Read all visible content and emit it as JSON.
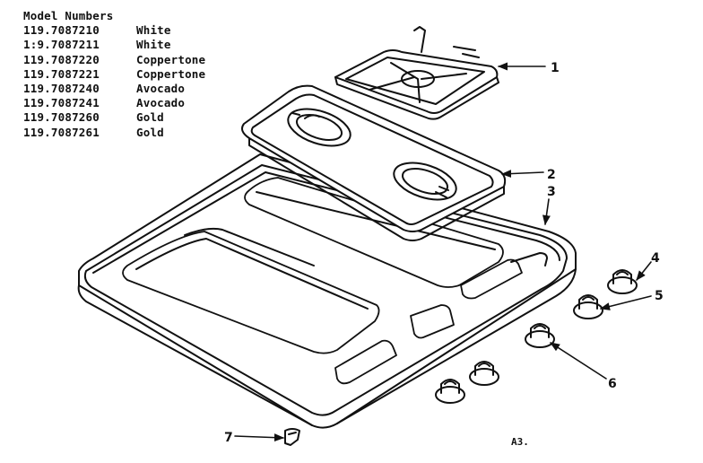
{
  "models": {
    "heading": "Model Numbers",
    "rows": [
      {
        "number": "119.7087210",
        "color": "White"
      },
      {
        "number": "1:9.7087211",
        "color": "White"
      },
      {
        "number": "119.7087220",
        "color": "Coppertone"
      },
      {
        "number": "119.7087221",
        "color": "Coppertone"
      },
      {
        "number": "119.7087240",
        "color": "Avocado"
      },
      {
        "number": "119.7087241",
        "color": "Avocado"
      },
      {
        "number": "119.7087260",
        "color": "Gold"
      },
      {
        "number": "119.7087261",
        "color": "Gold"
      }
    ]
  },
  "callouts": {
    "c1": "1",
    "c2": "2",
    "c3": "3",
    "c4": "4",
    "c5": "5",
    "c6": "6",
    "c7": "7"
  },
  "page_id": "A3.",
  "colors": {
    "ink": "#111111",
    "paper": "#ffffff"
  }
}
